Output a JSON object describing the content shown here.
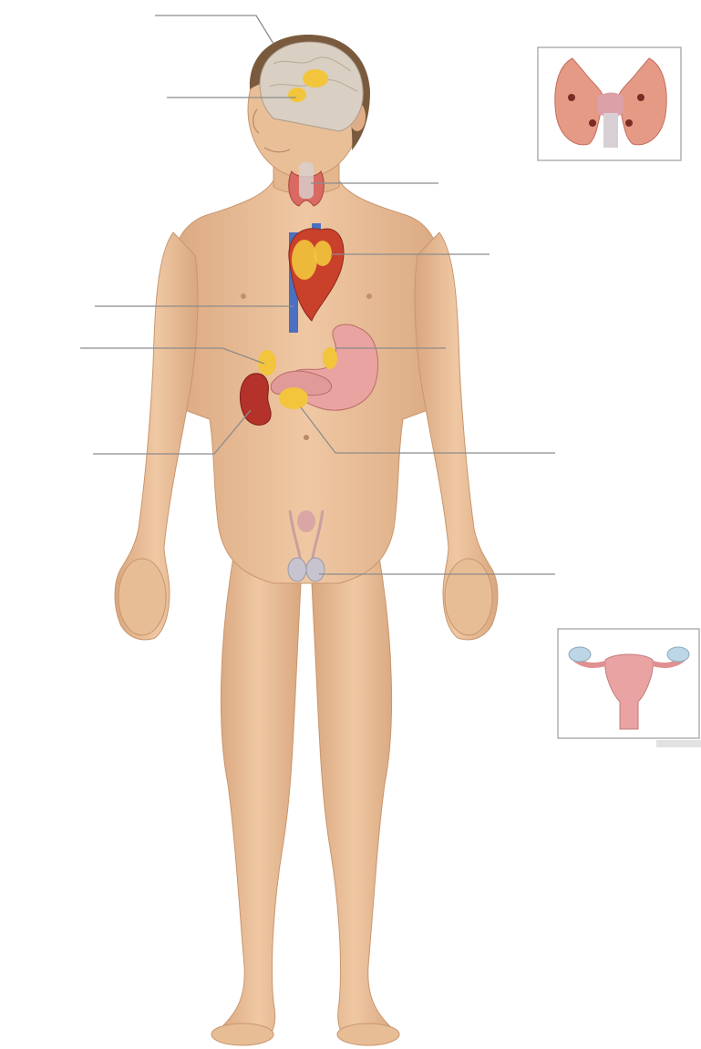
{
  "colors": {
    "background": "#ffffff",
    "skin": "#e7bd95",
    "skin_shadow": "#c9966e",
    "hair": "#7a5a3c",
    "brain": "#d9cfc2",
    "gland_yellow": "#f2c53c",
    "thyroid_red": "#d96a62",
    "heart_red": "#c9402b",
    "vessel_blue": "#4b6fc1",
    "kidney_red": "#b4322a",
    "stomach_pink": "#e9a3a0",
    "testes_grey": "#c7c3cf",
    "uterus_pink": "#e9a3a3",
    "leader_line": "#8c8c8c",
    "inset_border": "#9c9c9c"
  },
  "leader_lines": [
    {
      "id": "pineal"
    },
    {
      "id": "hypothalamus-pituitary"
    },
    {
      "id": "thyroid"
    },
    {
      "id": "heart"
    },
    {
      "id": "thymus"
    },
    {
      "id": "adrenal"
    },
    {
      "id": "stomach"
    },
    {
      "id": "kidney"
    },
    {
      "id": "pancreas"
    },
    {
      "id": "testes"
    }
  ],
  "insets": [
    {
      "id": "thyroid-inset",
      "depicts": "thyroid-parathyroid"
    },
    {
      "id": "ovary-inset",
      "depicts": "ovaries-uterus"
    }
  ]
}
